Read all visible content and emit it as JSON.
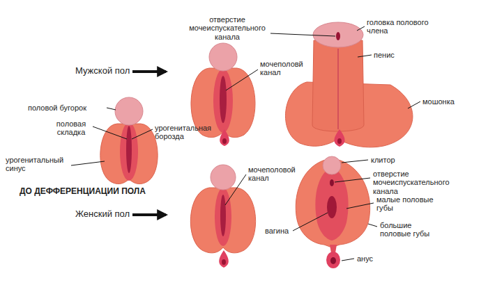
{
  "diagram": {
    "labels": [
      "отверстие мочеиспускательного канала",
      "головка полового члена",
      "Мужской пол",
      "мочеполовй канал",
      "пенис",
      "мошонка",
      "половой бугорок",
      "половая складка",
      "урогенитальная борозда",
      "урогенитальный синус",
      "ДО ДЕФФЕРЕНЦИАЦИИ ПОЛА",
      "клитор",
      "мочеполовой канал",
      "отверстие мочеиспускательного канала",
      "Женский пол",
      "малые половые губы",
      "большие половые губы",
      "вагина",
      "анус"
    ]
  }
}
